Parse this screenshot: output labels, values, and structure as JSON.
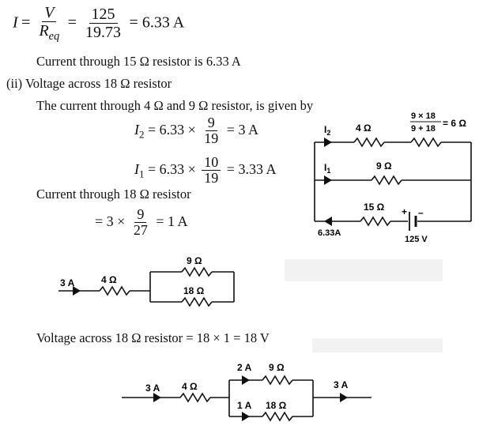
{
  "eq1": {
    "lhs": "I",
    "frac1_num": "V",
    "frac1_den": "R",
    "frac1_den_sub": "eq",
    "frac2_num": "125",
    "frac2_den": "19.73",
    "result": "= 6.33 A"
  },
  "line_current15": "Current through 15 Ω resistor is 6.33 A",
  "heading_ii": "(ii)  Voltage across 18 Ω resistor",
  "line_current49": "The current through 4 Ω and 9 Ω resistor, is given by",
  "eq_i2": {
    "lhs": "I",
    "sub": "2",
    "mid": "= 6.33 ×",
    "num": "9",
    "den": "19",
    "rhs": "= 3 A"
  },
  "eq_i1": {
    "lhs": "I",
    "sub": "1",
    "mid": "= 6.33 ×",
    "num": "10",
    "den": "19",
    "rhs": "= 3.33 A"
  },
  "line_current18": "Current through 18 Ω resistor",
  "eq_18": {
    "mid": "= 3 ×",
    "num": "9",
    "den": "27",
    "rhs": "= 1 A"
  },
  "line_voltage18": "Voltage across 18 Ω resistor  = 18 × 1 = 18 V",
  "circuit1": {
    "label_i2": "I",
    "label_i2_sub": "2",
    "label_4ohm": "4 Ω",
    "label_parallel_num": "9 × 18",
    "label_parallel_den": "9 + 18",
    "label_parallel_rhs": "= 6 Ω",
    "label_i1": "I",
    "label_i1_sub": "1",
    "label_9ohm": "9 Ω",
    "label_15ohm": "15 Ω",
    "label_current": "6.33A",
    "label_battery": "125 V"
  },
  "circuit2": {
    "label_current": "3 A",
    "label_4ohm": "4 Ω",
    "label_9ohm": "9 Ω",
    "label_18ohm": "18 Ω"
  },
  "circuit3": {
    "label_current_in": "3 A",
    "label_4ohm": "4 Ω",
    "label_2a": "2 A",
    "label_9ohm": "9 Ω",
    "label_1a": "1 A",
    "label_18ohm": "18 Ω",
    "label_current_out": "3 A"
  }
}
